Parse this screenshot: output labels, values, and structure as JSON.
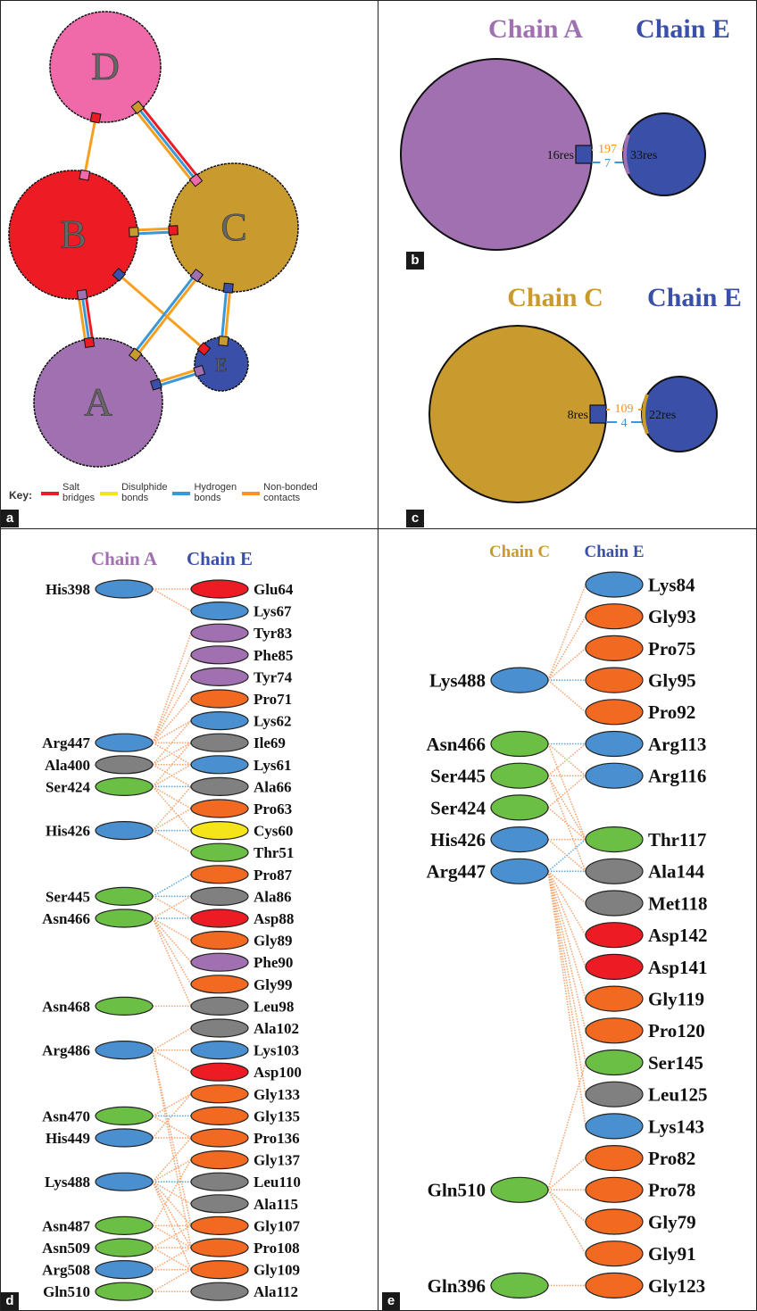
{
  "panel_a": {
    "letter": "a",
    "nodes": [
      {
        "id": "D",
        "label": "D",
        "color": "#f06aa9"
      },
      {
        "id": "B",
        "label": "B",
        "color": "#ed1c24"
      },
      {
        "id": "C",
        "label": "C",
        "color": "#c99a2e"
      },
      {
        "id": "A",
        "label": "A",
        "color": "#a070b0"
      },
      {
        "id": "E",
        "label": "E",
        "color": "#3a50a8"
      }
    ],
    "edges": [
      {
        "from": "D",
        "to": "B",
        "types": [
          "non-bonded"
        ]
      },
      {
        "from": "D",
        "to": "C",
        "types": [
          "salt",
          "hydrogen",
          "non-bonded"
        ]
      },
      {
        "from": "B",
        "to": "C",
        "types": [
          "non-bonded",
          "hydrogen"
        ]
      },
      {
        "from": "B",
        "to": "A",
        "types": [
          "salt",
          "hydrogen",
          "non-bonded"
        ]
      },
      {
        "from": "B",
        "to": "E",
        "types": [
          "non-bonded"
        ]
      },
      {
        "from": "C",
        "to": "A",
        "types": [
          "non-bonded",
          "hydrogen"
        ]
      },
      {
        "from": "C",
        "to": "E",
        "types": [
          "non-bonded",
          "hydrogen"
        ]
      },
      {
        "from": "A",
        "to": "E",
        "types": [
          "non-bonded",
          "hydrogen"
        ]
      }
    ],
    "key": {
      "title": "Key:",
      "items": [
        {
          "label": "Salt\nbridges",
          "color": "#ed1c24"
        },
        {
          "label": "Disulphide\nbonds",
          "color": "#f5e41a"
        },
        {
          "label": "Hydrogen\nbonds",
          "color": "#3a98d8"
        },
        {
          "label": "Non-bonded\ncontacts",
          "color": "#f7931e"
        }
      ]
    }
  },
  "panel_b": {
    "letter": "b",
    "left_chain": {
      "title": "Chain A",
      "color": "#a070b0",
      "residues": "16res"
    },
    "right_chain": {
      "title": "Chain E",
      "color": "#3a50a8",
      "residues": "33res"
    },
    "nonbonded_count": "197",
    "hbond_count": "7"
  },
  "panel_c": {
    "letter": "c",
    "left_chain": {
      "title": "Chain C",
      "color": "#c99a2e",
      "residues": "8res"
    },
    "right_chain": {
      "title": "Chain E",
      "color": "#3a50a8",
      "residues": "22res"
    },
    "nonbonded_count": "109",
    "hbond_count": "4"
  },
  "residue_colors": {
    "positive": "#4a90d0",
    "negative": "#ed1c24",
    "aromatic": "#a070b0",
    "aliphatic": "#f26a21",
    "hydrophobic": "#808080",
    "polar": "#6cbf45",
    "cysteine": "#f5e41a",
    "nonbonded_line": "#f7a06a",
    "hbond_line": "#5aa8e0"
  },
  "panel_d": {
    "letter": "d",
    "left_title": "Chain A",
    "left_title_color": "#a070b0",
    "right_title": "Chain E",
    "right_title_color": "#3a50a8",
    "right": [
      {
        "name": "Glu64",
        "type": "negative"
      },
      {
        "name": "Lys67",
        "type": "positive"
      },
      {
        "name": "Tyr83",
        "type": "aromatic"
      },
      {
        "name": "Phe85",
        "type": "aromatic"
      },
      {
        "name": "Tyr74",
        "type": "aromatic"
      },
      {
        "name": "Pro71",
        "type": "aliphatic"
      },
      {
        "name": "Lys62",
        "type": "positive"
      },
      {
        "name": "Ile69",
        "type": "hydrophobic"
      },
      {
        "name": "Lys61",
        "type": "positive"
      },
      {
        "name": "Ala66",
        "type": "hydrophobic"
      },
      {
        "name": "Pro63",
        "type": "aliphatic"
      },
      {
        "name": "Cys60",
        "type": "cysteine"
      },
      {
        "name": "Thr51",
        "type": "polar"
      },
      {
        "name": "Pro87",
        "type": "aliphatic"
      },
      {
        "name": "Ala86",
        "type": "hydrophobic"
      },
      {
        "name": "Asp88",
        "type": "negative"
      },
      {
        "name": "Gly89",
        "type": "aliphatic"
      },
      {
        "name": "Phe90",
        "type": "aromatic"
      },
      {
        "name": "Gly99",
        "type": "aliphatic"
      },
      {
        "name": "Leu98",
        "type": "hydrophobic"
      },
      {
        "name": "Ala102",
        "type": "hydrophobic"
      },
      {
        "name": "Lys103",
        "type": "positive"
      },
      {
        "name": "Asp100",
        "type": "negative"
      },
      {
        "name": "Gly133",
        "type": "aliphatic"
      },
      {
        "name": "Gly135",
        "type": "aliphatic"
      },
      {
        "name": "Pro136",
        "type": "aliphatic"
      },
      {
        "name": "Gly137",
        "type": "aliphatic"
      },
      {
        "name": "Leu110",
        "type": "hydrophobic"
      },
      {
        "name": "Ala115",
        "type": "hydrophobic"
      },
      {
        "name": "Gly107",
        "type": "aliphatic"
      },
      {
        "name": "Pro108",
        "type": "aliphatic"
      },
      {
        "name": "Gly109",
        "type": "aliphatic"
      },
      {
        "name": "Ala112",
        "type": "hydrophobic"
      }
    ],
    "left": [
      {
        "name": "His398",
        "type": "positive",
        "row": 0
      },
      {
        "name": "Arg447",
        "type": "positive",
        "row": 7
      },
      {
        "name": "Ala400",
        "type": "hydrophobic",
        "row": 8
      },
      {
        "name": "Ser424",
        "type": "polar",
        "row": 9
      },
      {
        "name": "His426",
        "type": "positive",
        "row": 11
      },
      {
        "name": "Ser445",
        "type": "polar",
        "row": 14
      },
      {
        "name": "Asn466",
        "type": "polar",
        "row": 15
      },
      {
        "name": "Asn468",
        "type": "polar",
        "row": 19
      },
      {
        "name": "Arg486",
        "type": "positive",
        "row": 21
      },
      {
        "name": "Asn470",
        "type": "polar",
        "row": 24
      },
      {
        "name": "His449",
        "type": "positive",
        "row": 25
      },
      {
        "name": "Lys488",
        "type": "positive",
        "row": 27
      },
      {
        "name": "Asn487",
        "type": "polar",
        "row": 29
      },
      {
        "name": "Asn509",
        "type": "polar",
        "row": 30
      },
      {
        "name": "Arg508",
        "type": "positive",
        "row": 31
      },
      {
        "name": "Gln510",
        "type": "polar",
        "row": 32
      }
    ],
    "links": [
      [
        0,
        0,
        "n"
      ],
      [
        0,
        1,
        "n"
      ],
      [
        1,
        2,
        "n"
      ],
      [
        1,
        3,
        "n"
      ],
      [
        1,
        4,
        "n"
      ],
      [
        1,
        5,
        "n"
      ],
      [
        1,
        6,
        "n"
      ],
      [
        1,
        7,
        "n"
      ],
      [
        1,
        8,
        "n"
      ],
      [
        2,
        7,
        "n"
      ],
      [
        2,
        8,
        "n"
      ],
      [
        2,
        9,
        "n"
      ],
      [
        2,
        6,
        "n"
      ],
      [
        3,
        9,
        "h"
      ],
      [
        3,
        8,
        "n"
      ],
      [
        3,
        10,
        "n"
      ],
      [
        3,
        11,
        "n"
      ],
      [
        3,
        7,
        "n"
      ],
      [
        4,
        10,
        "n"
      ],
      [
        4,
        11,
        "h"
      ],
      [
        4,
        12,
        "n"
      ],
      [
        4,
        9,
        "n"
      ],
      [
        5,
        13,
        "h"
      ],
      [
        5,
        14,
        "h"
      ],
      [
        5,
        15,
        "n"
      ],
      [
        6,
        14,
        "n"
      ],
      [
        6,
        15,
        "h"
      ],
      [
        6,
        16,
        "n"
      ],
      [
        6,
        17,
        "n"
      ],
      [
        6,
        18,
        "n"
      ],
      [
        6,
        19,
        "n"
      ],
      [
        7,
        19,
        "n"
      ],
      [
        8,
        20,
        "n"
      ],
      [
        8,
        21,
        "n"
      ],
      [
        8,
        22,
        "n"
      ],
      [
        8,
        29,
        "n"
      ],
      [
        8,
        30,
        "n"
      ],
      [
        9,
        23,
        "n"
      ],
      [
        9,
        24,
        "h"
      ],
      [
        9,
        25,
        "n"
      ],
      [
        10,
        25,
        "n"
      ],
      [
        10,
        23,
        "n"
      ],
      [
        11,
        25,
        "n"
      ],
      [
        11,
        26,
        "n"
      ],
      [
        11,
        27,
        "h"
      ],
      [
        11,
        28,
        "n"
      ],
      [
        11,
        29,
        "n"
      ],
      [
        11,
        30,
        "n"
      ],
      [
        11,
        31,
        "n"
      ],
      [
        12,
        29,
        "n"
      ],
      [
        12,
        30,
        "n"
      ],
      [
        12,
        26,
        "n"
      ],
      [
        13,
        30,
        "n"
      ],
      [
        13,
        29,
        "n"
      ],
      [
        13,
        31,
        "n"
      ],
      [
        14,
        31,
        "n"
      ],
      [
        14,
        30,
        "n"
      ],
      [
        15,
        32,
        "n"
      ],
      [
        15,
        31,
        "n"
      ]
    ]
  },
  "panel_e": {
    "letter": "e",
    "left_title": "Chain C",
    "left_title_color": "#c99a2e",
    "right_title": "Chain E",
    "right_title_color": "#3a50a8",
    "right": [
      {
        "name": "Lys84",
        "type": "positive",
        "row": 0
      },
      {
        "name": "Gly93",
        "type": "aliphatic",
        "row": 1
      },
      {
        "name": "Pro75",
        "type": "aliphatic",
        "row": 2
      },
      {
        "name": "Gly95",
        "type": "aliphatic",
        "row": 3
      },
      {
        "name": "Pro92",
        "type": "aliphatic",
        "row": 4
      },
      {
        "name": "Arg113",
        "type": "positive",
        "row": 5
      },
      {
        "name": "Arg116",
        "type": "positive",
        "row": 6
      },
      {
        "name": "Thr117",
        "type": "polar",
        "row": 8
      },
      {
        "name": "Ala144",
        "type": "hydrophobic",
        "row": 9
      },
      {
        "name": "Met118",
        "type": "hydrophobic",
        "row": 10
      },
      {
        "name": "Asp142",
        "type": "negative",
        "row": 11
      },
      {
        "name": "Asp141",
        "type": "negative",
        "row": 12
      },
      {
        "name": "Gly119",
        "type": "aliphatic",
        "row": 13
      },
      {
        "name": "Pro120",
        "type": "aliphatic",
        "row": 14
      },
      {
        "name": "Ser145",
        "type": "polar",
        "row": 15
      },
      {
        "name": "Leu125",
        "type": "hydrophobic",
        "row": 16
      },
      {
        "name": "Lys143",
        "type": "positive",
        "row": 17
      },
      {
        "name": "Pro82",
        "type": "aliphatic",
        "row": 18
      },
      {
        "name": "Pro78",
        "type": "aliphatic",
        "row": 19
      },
      {
        "name": "Gly79",
        "type": "aliphatic",
        "row": 20
      },
      {
        "name": "Gly91",
        "type": "aliphatic",
        "row": 21
      },
      {
        "name": "Gly123",
        "type": "aliphatic",
        "row": 22
      }
    ],
    "left": [
      {
        "name": "Lys488",
        "type": "positive",
        "row": 3
      },
      {
        "name": "Asn466",
        "type": "polar",
        "row": 5
      },
      {
        "name": "Ser445",
        "type": "polar",
        "row": 6
      },
      {
        "name": "Ser424",
        "type": "polar",
        "row": 7
      },
      {
        "name": "His426",
        "type": "positive",
        "row": 8
      },
      {
        "name": "Arg447",
        "type": "positive",
        "row": 9
      },
      {
        "name": "Gln510",
        "type": "polar",
        "row": 19
      },
      {
        "name": "Gln396",
        "type": "polar",
        "row": 22
      }
    ],
    "links": [
      [
        0,
        0,
        "n"
      ],
      [
        0,
        1,
        "n"
      ],
      [
        0,
        2,
        "n"
      ],
      [
        0,
        3,
        "h"
      ],
      [
        0,
        4,
        "n"
      ],
      [
        1,
        5,
        "h"
      ],
      [
        1,
        6,
        "n"
      ],
      [
        1,
        7,
        "n"
      ],
      [
        2,
        6,
        "n"
      ],
      [
        2,
        7,
        "n"
      ],
      [
        2,
        8,
        "n"
      ],
      [
        2,
        5,
        "n"
      ],
      [
        3,
        7,
        "n"
      ],
      [
        3,
        6,
        "n"
      ],
      [
        4,
        7,
        "n"
      ],
      [
        4,
        8,
        "n"
      ],
      [
        5,
        7,
        "h"
      ],
      [
        5,
        8,
        "h"
      ],
      [
        5,
        9,
        "n"
      ],
      [
        5,
        10,
        "n"
      ],
      [
        5,
        11,
        "n"
      ],
      [
        5,
        12,
        "n"
      ],
      [
        5,
        13,
        "n"
      ],
      [
        5,
        14,
        "n"
      ],
      [
        5,
        15,
        "n"
      ],
      [
        5,
        16,
        "n"
      ],
      [
        6,
        14,
        "n"
      ],
      [
        6,
        17,
        "n"
      ],
      [
        6,
        18,
        "n"
      ],
      [
        6,
        19,
        "n"
      ],
      [
        6,
        20,
        "n"
      ],
      [
        7,
        21,
        "n"
      ]
    ]
  }
}
